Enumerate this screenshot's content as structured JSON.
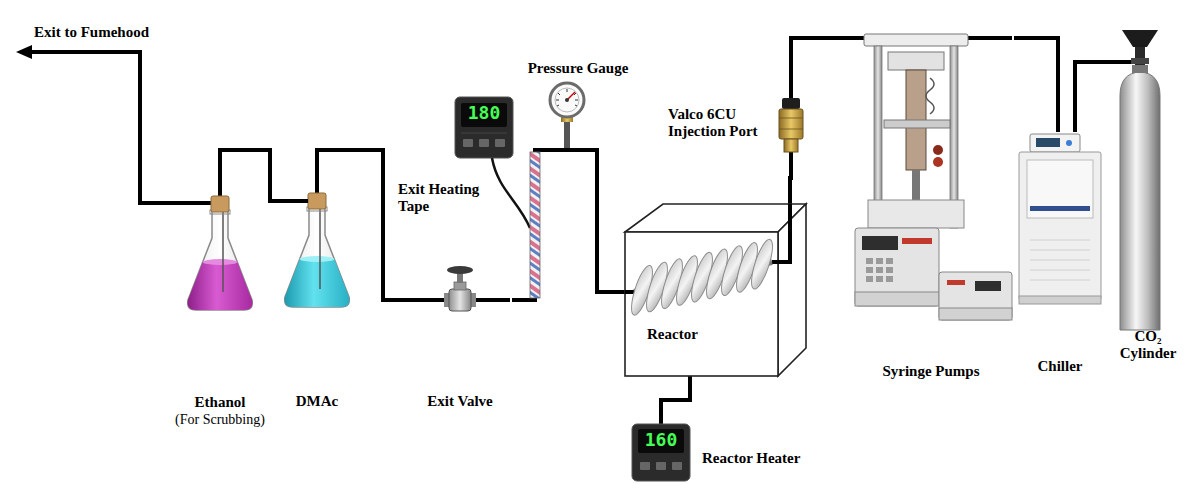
{
  "diagram": {
    "nodes": [
      {
        "text": [
          "Ethanol",
          "(For Scrubbing)"
        ]
      },
      {
        "text": [
          "DMAc"
        ]
      },
      {
        "text": [
          "Exit Valve"
        ]
      },
      {
        "text": [
          "180"
        ]
      },
      {
        "text": [
          "Pressure Gauge"
        ]
      },
      {
        "text": [
          "Valco 6CU Injection Port"
        ]
      },
      {
        "text": [
          "Reactor"
        ]
      },
      {
        "text": [
          "Syringe Pumps"
        ]
      },
      {
        "text": [
          "Chiller"
        ]
      },
      {
        "text": [
          "CO₂ Cylinder"
        ]
      },
      {
        "text": [
          "160",
          "Reactor Heater"
        ]
      }
    ],
    "edges": [
      {
        "from": 9,
        "to": 8,
        "arrow": "none"
      },
      {
        "from": 8,
        "to": 7,
        "arrow": "none"
      },
      {
        "from": 7,
        "to": 5,
        "arrow": "none"
      },
      {
        "from": 5,
        "to": 6,
        "arrow": "none"
      },
      {
        "from": 6,
        "to": 4,
        "arrow": "none"
      },
      {
        "from": 4,
        "to": 2,
        "arrow": "none"
      },
      {
        "from": 2,
        "to": 1,
        "arrow": "none"
      },
      {
        "from": 1,
        "to": 0,
        "arrow": "none"
      },
      {
        "from": 10,
        "to": 6,
        "arrow": "none"
      }
    ],
    "labels": [
      "Exit to Fumehood",
      "Exit Heating Tape"
    ]
  }
}
